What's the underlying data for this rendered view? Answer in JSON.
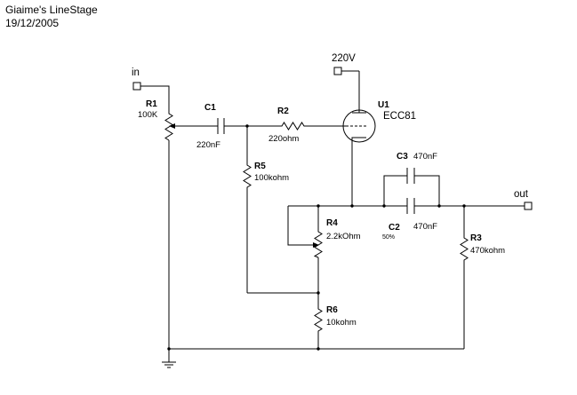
{
  "header": {
    "title": "Giaime's LineStage",
    "date": "19/12/2005"
  },
  "ports": {
    "input": "in",
    "output": "out",
    "supply": "220V"
  },
  "components": {
    "R1": {
      "ref": "R1",
      "value": "100K"
    },
    "C1": {
      "ref": "C1",
      "value": "220nF"
    },
    "R2": {
      "ref": "R2",
      "value": "220ohm"
    },
    "R5": {
      "ref": "R5",
      "value": "100kohm"
    },
    "U1": {
      "ref": "U1",
      "value": "ECC81"
    },
    "C3": {
      "ref": "C3",
      "value": "470nF"
    },
    "C2": {
      "ref": "C2",
      "value": "470nF"
    },
    "R4": {
      "ref": "R4",
      "value": "2.2kOhm",
      "setting": "50%"
    },
    "R3": {
      "ref": "R3",
      "value": "470kohm"
    },
    "R6": {
      "ref": "R6",
      "value": "10kohm"
    }
  },
  "colors": {
    "ink": "#000000",
    "background": "#ffffff"
  }
}
